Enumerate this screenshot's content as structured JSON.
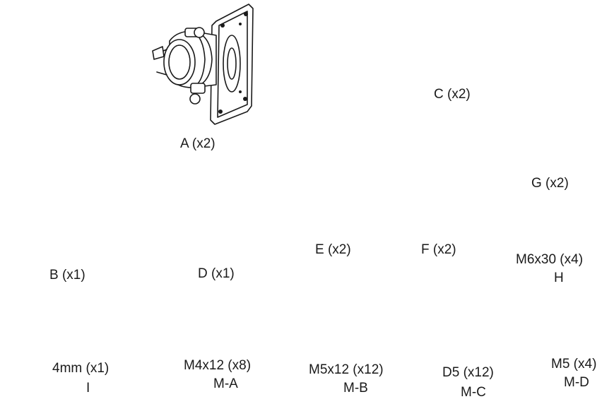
{
  "parts": [
    {
      "id": "A",
      "label": "A (x2)"
    },
    {
      "id": "B",
      "label": "B (x1)"
    },
    {
      "id": "C",
      "label": "C (x2)"
    },
    {
      "id": "D",
      "label": "D (x1)"
    },
    {
      "id": "E",
      "label": "E (x2)"
    },
    {
      "id": "F",
      "label": "F (x2)"
    },
    {
      "id": "G",
      "label": "G (x2)"
    },
    {
      "id": "H",
      "label": "M6x30  (x4)",
      "code": "H"
    },
    {
      "id": "I",
      "label": "4mm  (x1)",
      "code": "I"
    },
    {
      "id": "M-A",
      "label": "M4x12 (x8)",
      "code": "M-A"
    },
    {
      "id": "M-B",
      "label": "M5x12 (x12)",
      "code": "M-B"
    },
    {
      "id": "M-C",
      "label": "D5 (x12)",
      "code": "M-C"
    },
    {
      "id": "M-D",
      "label": "M5 (x4)",
      "code": "M-D"
    }
  ]
}
